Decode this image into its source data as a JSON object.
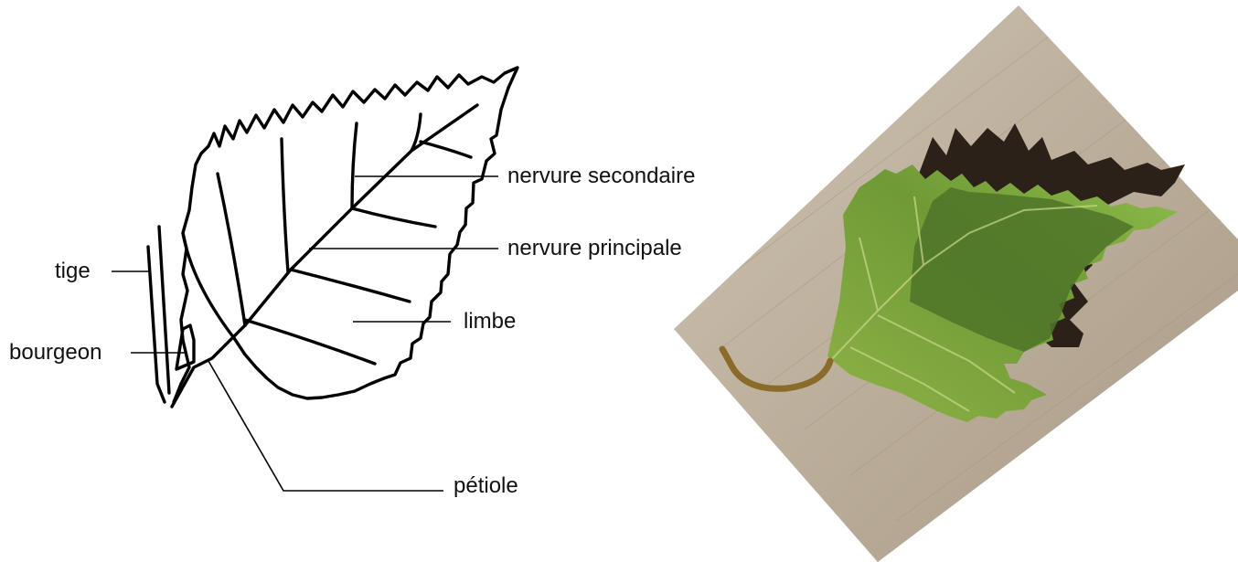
{
  "diagram": {
    "labels": {
      "nervure_secondaire": "nervure secondaire",
      "nervure_principale": "nervure principale",
      "limbe": "limbe",
      "tige": "tige",
      "bourgeon": "bourgeon",
      "petiole": "pétiole"
    }
  },
  "photo": {
    "subject-icon": "birch-leaf-photo-icon",
    "colors": {
      "board": "#bcaf9d",
      "leaf_light": "#7fa840",
      "leaf_dark": "#3d5e22",
      "shadow": "#2a2017",
      "petiole": "#8a6b2a"
    }
  }
}
